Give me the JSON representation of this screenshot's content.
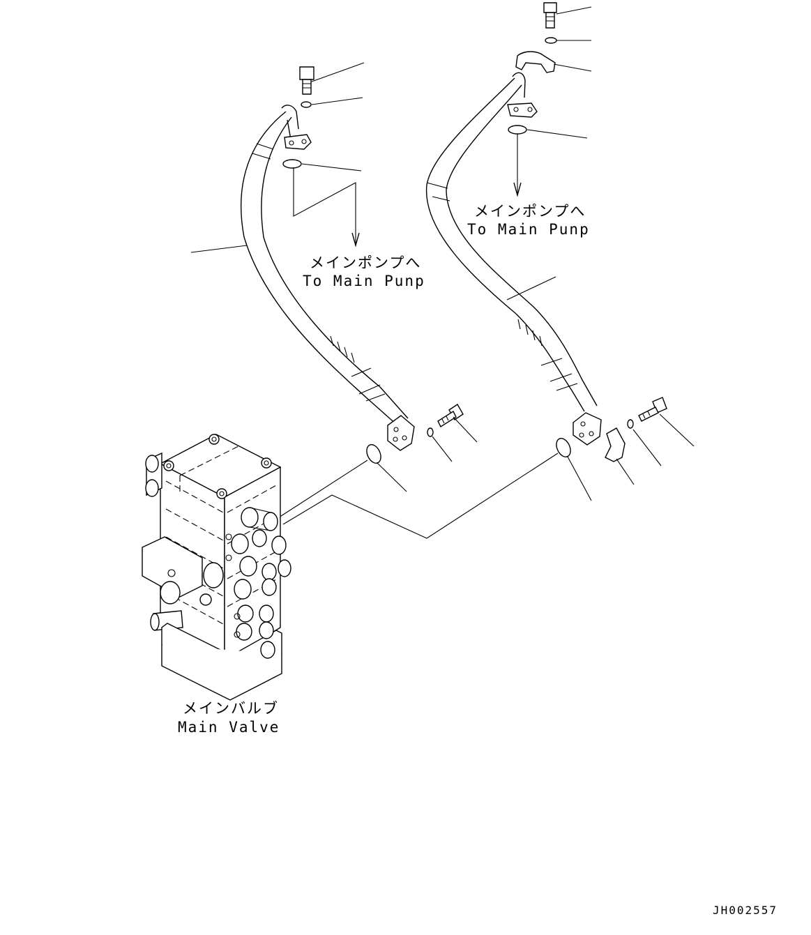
{
  "labels": {
    "main_pump_left_jp": "メインポンプへ",
    "main_pump_left_en": "To Main Punp",
    "main_pump_right_jp": "メインポンプへ",
    "main_pump_right_en": "To Main Punp",
    "main_valve_jp": "メインバルブ",
    "main_valve_en": "Main Valve"
  },
  "drawing_code": "JH002557"
}
